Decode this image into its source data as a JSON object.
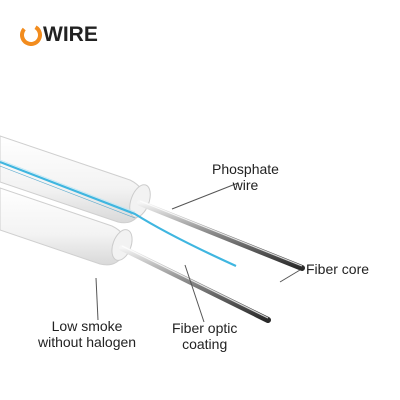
{
  "brand": {
    "name": "WIRE"
  },
  "labels": {
    "phosphate_line1": "Phosphate",
    "phosphate_line2": "wire",
    "fiber_core": "Fiber core",
    "low_smoke_line1": "Low smoke",
    "low_smoke_line2": "without halogen",
    "fiber_optic_line1": "Fiber optic",
    "fiber_optic_line2": "coating"
  },
  "colors": {
    "brand_orange": "#f28c1e",
    "fiber_blue": "#3fb6e0",
    "sheath_white": "#fafafa",
    "text": "#222222"
  }
}
